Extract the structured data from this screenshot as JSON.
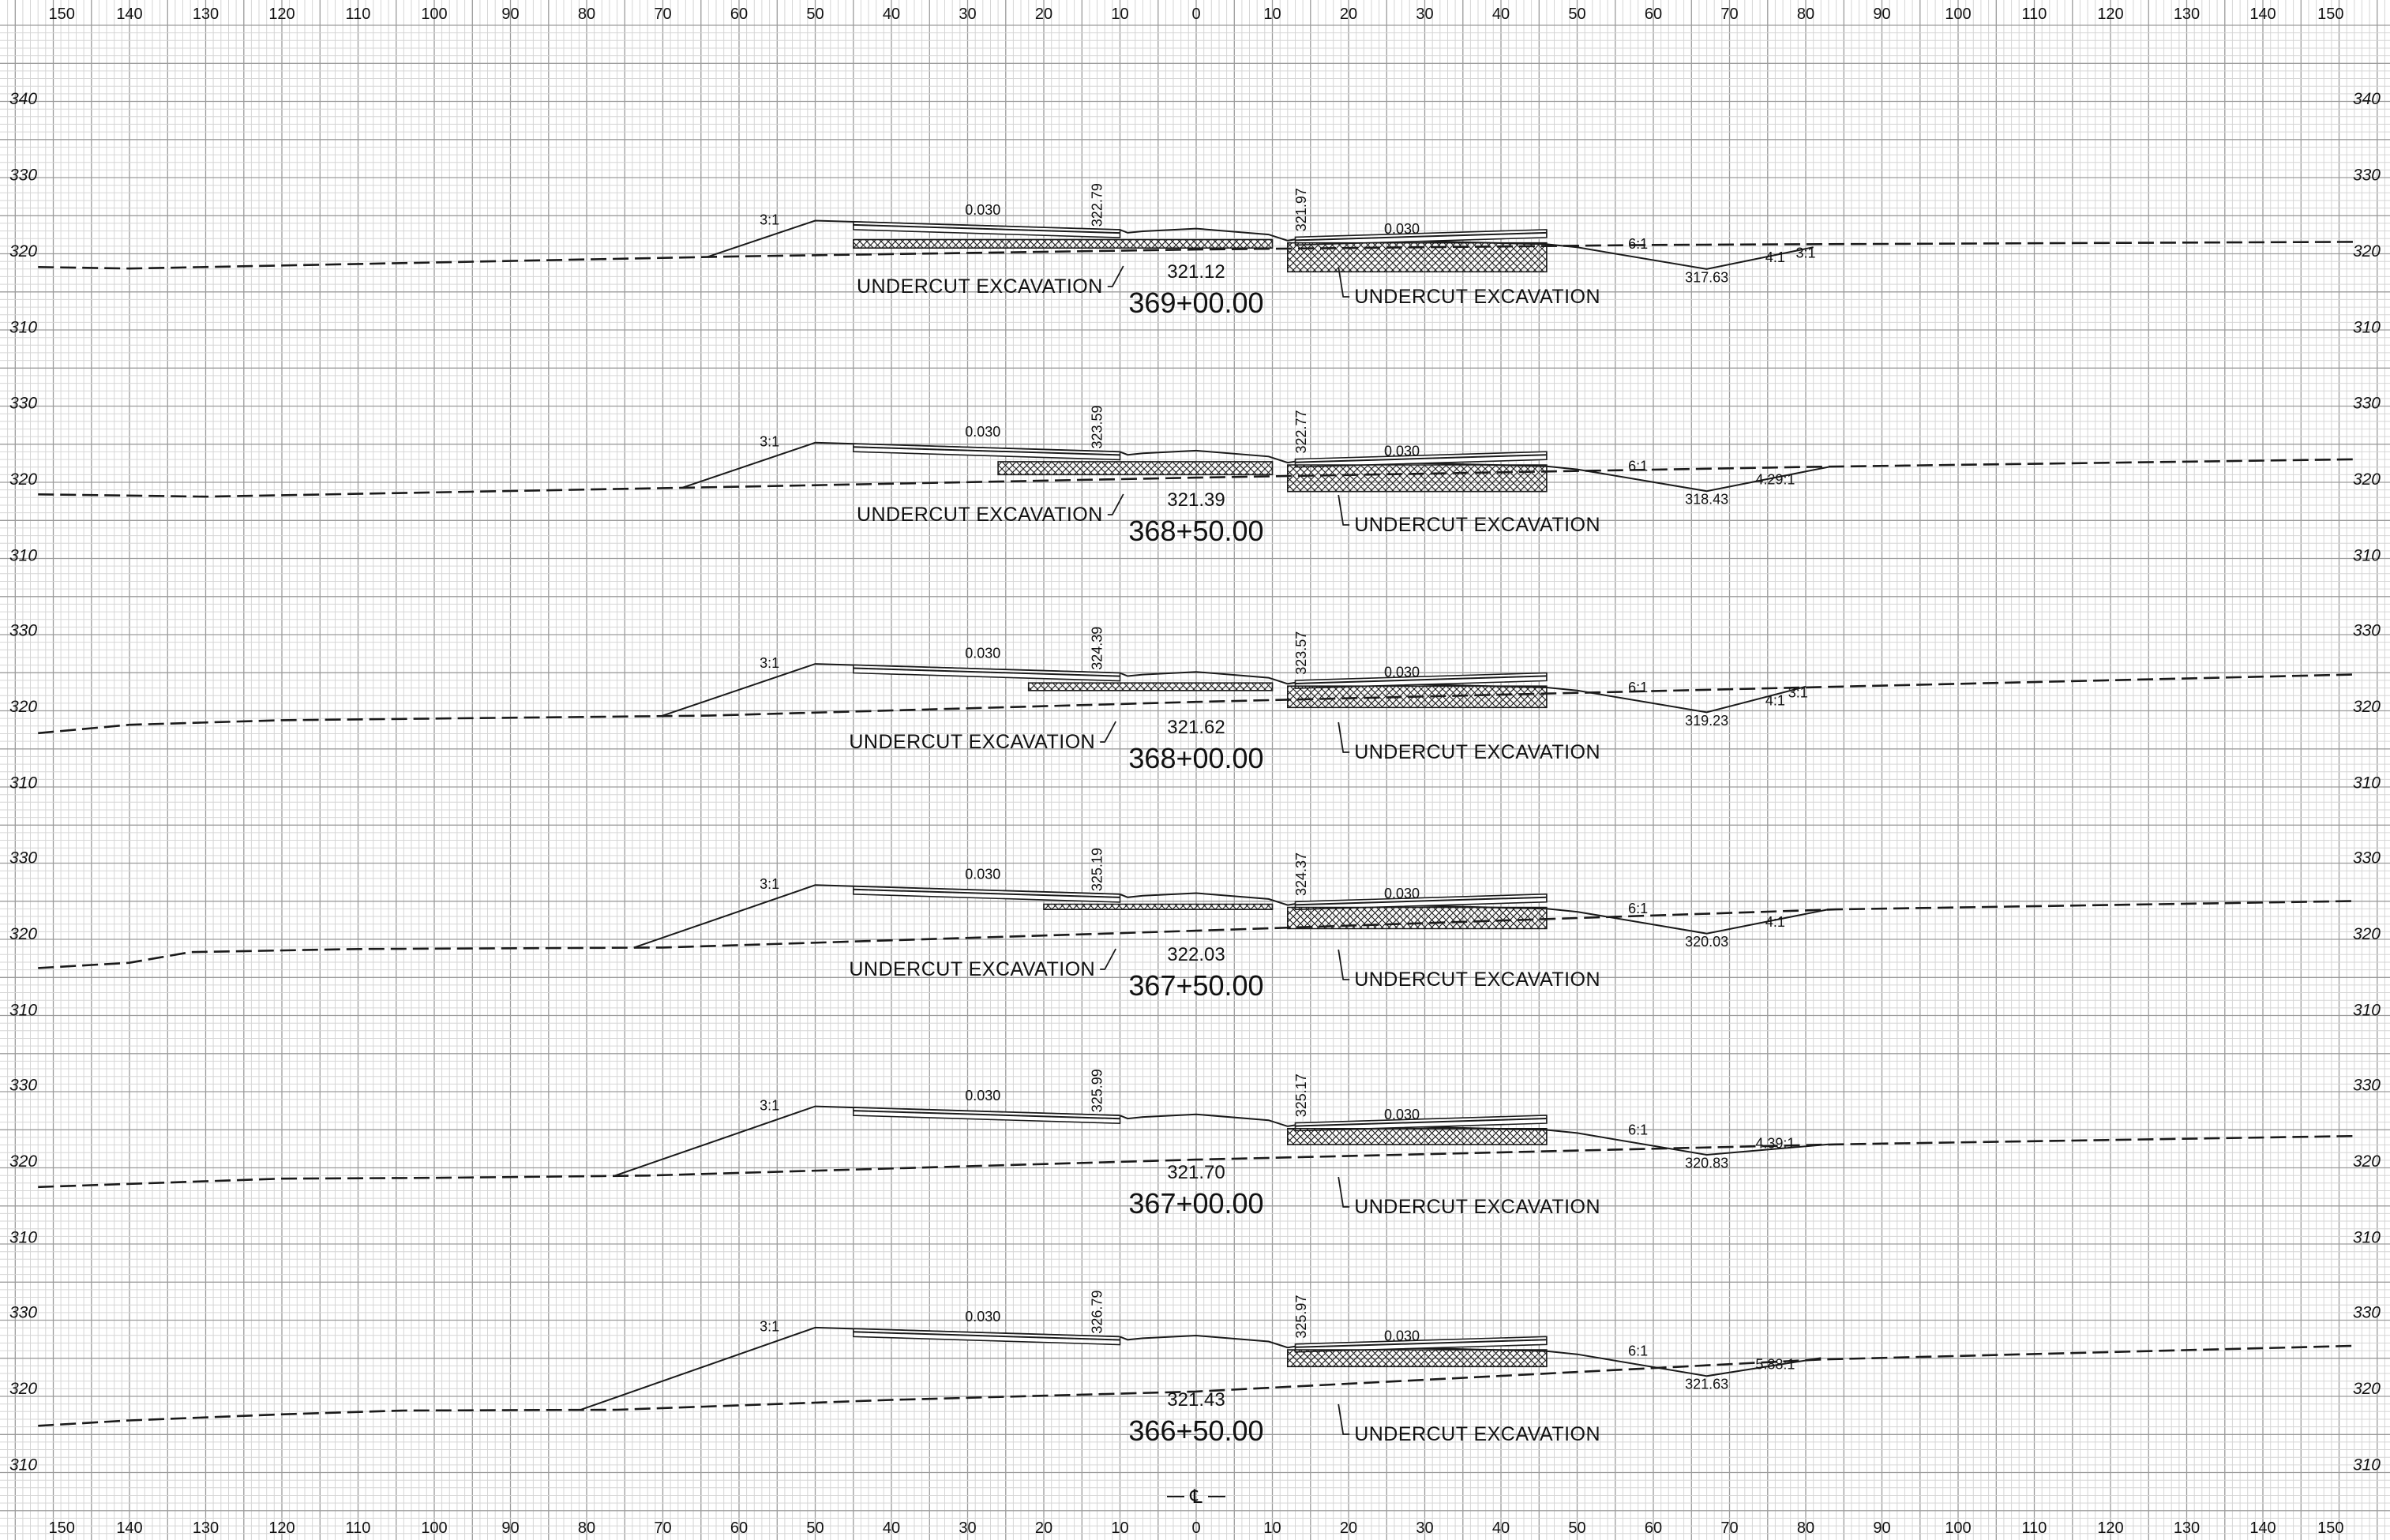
{
  "sheet": {
    "offset_ticks": [
      "150",
      "140",
      "130",
      "120",
      "110",
      "100",
      "90",
      "80",
      "70",
      "60",
      "50",
      "40",
      "30",
      "20",
      "10",
      "0",
      "10",
      "20",
      "30",
      "40",
      "50",
      "60",
      "70",
      "80",
      "90",
      "100",
      "110",
      "120",
      "130",
      "140",
      "150"
    ],
    "elevation_ticks": [
      "340",
      "330",
      "320",
      "310"
    ],
    "centerline_label": "℄",
    "colors": {
      "line": "#1a1a1a",
      "grid_minor": "#d6d6d6",
      "grid_major": "#9c9c9c",
      "background": "#ffffff"
    }
  },
  "sections": [
    {
      "station": "369+00.00",
      "centerline_elevation": "321.12",
      "left_hinge_elevation": "322.79",
      "right_hinge_elevation": "321.97",
      "ditch_elevation": "317.63",
      "left_slope": "3:1",
      "left_cross_slope": "0.030",
      "right_cross_slope": "0.030",
      "ditch_foreslope": "6:1",
      "ditch_backslope": "4:1",
      "daylight_slope": "3:1",
      "left_note": "UNDERCUT EXCAVATION",
      "right_note": "UNDERCUT EXCAVATION"
    },
    {
      "station": "368+50.00",
      "centerline_elevation": "321.39",
      "left_hinge_elevation": "323.59",
      "right_hinge_elevation": "322.77",
      "ditch_elevation": "318.43",
      "left_slope": "3:1",
      "left_cross_slope": "0.030",
      "right_cross_slope": "0.030",
      "ditch_foreslope": "6:1",
      "ditch_backslope": "4.29:1",
      "daylight_slope": "",
      "left_note": "UNDERCUT EXCAVATION",
      "right_note": "UNDERCUT EXCAVATION"
    },
    {
      "station": "368+00.00",
      "centerline_elevation": "321.62",
      "left_hinge_elevation": "324.39",
      "right_hinge_elevation": "323.57",
      "ditch_elevation": "319.23",
      "left_slope": "3:1",
      "left_cross_slope": "0.030",
      "right_cross_slope": "0.030",
      "ditch_foreslope": "6:1",
      "ditch_backslope": "4:1",
      "daylight_slope": "3:1",
      "left_note": "UNDERCUT EXCAVATION",
      "right_note": "UNDERCUT EXCAVATION"
    },
    {
      "station": "367+50.00",
      "centerline_elevation": "322.03",
      "left_hinge_elevation": "325.19",
      "right_hinge_elevation": "324.37",
      "ditch_elevation": "320.03",
      "left_slope": "3:1",
      "left_cross_slope": "0.030",
      "right_cross_slope": "0.030",
      "ditch_foreslope": "6:1",
      "ditch_backslope": "4:1",
      "daylight_slope": "",
      "left_note": "UNDERCUT EXCAVATION",
      "right_note": "UNDERCUT EXCAVATION"
    },
    {
      "station": "367+00.00",
      "centerline_elevation": "321.70",
      "left_hinge_elevation": "325.99",
      "right_hinge_elevation": "325.17",
      "ditch_elevation": "320.83",
      "left_slope": "3:1",
      "left_cross_slope": "0.030",
      "right_cross_slope": "0.030",
      "ditch_foreslope": "6:1",
      "ditch_backslope": "4.39:1",
      "daylight_slope": "",
      "left_note": "",
      "right_note": "UNDERCUT EXCAVATION"
    },
    {
      "station": "366+50.00",
      "centerline_elevation": "321.43",
      "left_hinge_elevation": "326.79",
      "right_hinge_elevation": "325.97",
      "ditch_elevation": "321.63",
      "left_slope": "3:1",
      "left_cross_slope": "0.030",
      "right_cross_slope": "0.030",
      "ditch_foreslope": "6:1",
      "ditch_backslope": "5.88:1",
      "daylight_slope": "",
      "left_note": "",
      "right_note": "UNDERCUT EXCAVATION"
    }
  ]
}
